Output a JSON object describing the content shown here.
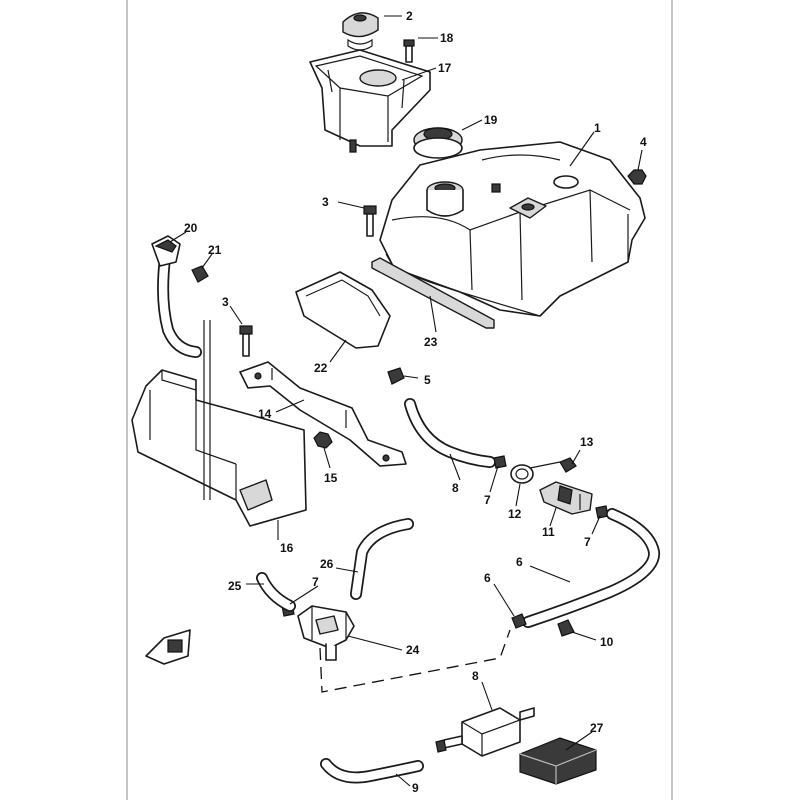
{
  "diagram": {
    "callouts": [
      {
        "id": "c1",
        "label": "1"
      },
      {
        "id": "c2",
        "label": "2"
      },
      {
        "id": "c3a",
        "label": "3"
      },
      {
        "id": "c3b",
        "label": "3"
      },
      {
        "id": "c4",
        "label": "4"
      },
      {
        "id": "c5",
        "label": "5"
      },
      {
        "id": "c6a",
        "label": "6"
      },
      {
        "id": "c6b",
        "label": "6"
      },
      {
        "id": "c7a",
        "label": "7"
      },
      {
        "id": "c7b",
        "label": "7"
      },
      {
        "id": "c7c",
        "label": "7"
      },
      {
        "id": "c8a",
        "label": "8"
      },
      {
        "id": "c8b",
        "label": "8"
      },
      {
        "id": "c9",
        "label": "9"
      },
      {
        "id": "c10",
        "label": "10"
      },
      {
        "id": "c11",
        "label": "11"
      },
      {
        "id": "c12",
        "label": "12"
      },
      {
        "id": "c13",
        "label": "13"
      },
      {
        "id": "c14",
        "label": "14"
      },
      {
        "id": "c15",
        "label": "15"
      },
      {
        "id": "c16",
        "label": "16"
      },
      {
        "id": "c17",
        "label": "17"
      },
      {
        "id": "c18",
        "label": "18"
      },
      {
        "id": "c19",
        "label": "19"
      },
      {
        "id": "c20",
        "label": "20"
      },
      {
        "id": "c21",
        "label": "21"
      },
      {
        "id": "c22",
        "label": "22"
      },
      {
        "id": "c23",
        "label": "23"
      },
      {
        "id": "c24",
        "label": "24"
      },
      {
        "id": "c25",
        "label": "25"
      },
      {
        "id": "c26",
        "label": "26"
      },
      {
        "id": "c27",
        "label": "27"
      }
    ]
  }
}
